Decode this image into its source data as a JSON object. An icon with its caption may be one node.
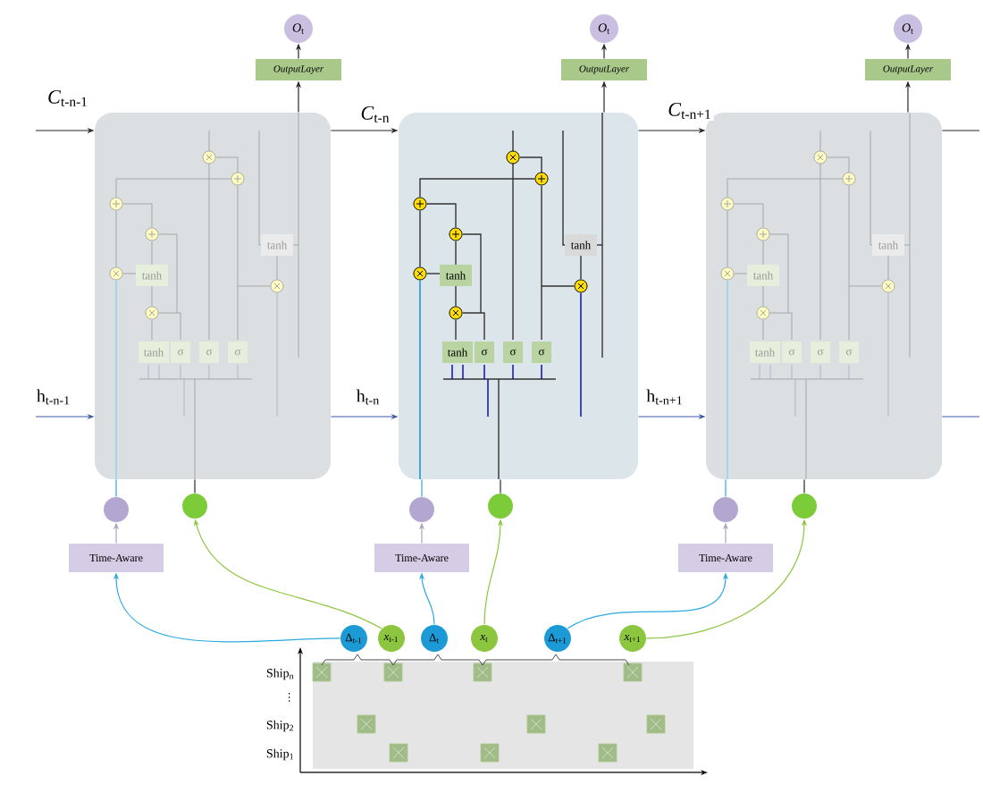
{
  "diagram": {
    "nodes": [
      {
        "text": [],
        "shape": "box"
      },
      {
        "text": [],
        "shape": "box"
      },
      {
        "text": [],
        "shape": "box"
      },
      {
        "text": [
          "*O*$_{t}$"
        ]
      },
      {
        "text": [
          "OutputLayer"
        ]
      },
      {
        "text": [
          "*O*$_{t}$"
        ]
      },
      {
        "text": [
          "OutputLayer"
        ]
      },
      {
        "text": [
          "*O*$_{t}$"
        ]
      },
      {
        "text": [
          "OutputLayer"
        ]
      },
      {
        "text": [],
        "shape": "circle"
      },
      {
        "text": [],
        "shape": "circle"
      },
      {
        "text": [],
        "shape": "circle"
      },
      {
        "text": [],
        "shape": "circle"
      },
      {
        "text": [],
        "shape": "circle"
      },
      {
        "text": [],
        "shape": "circle"
      },
      {
        "text": [
          "Time-Aware"
        ]
      },
      {
        "text": [
          "Time-Aware"
        ]
      },
      {
        "text": [
          "Time-Aware"
        ]
      },
      {
        "text": [
          "Δ$_{t-1}$"
        ]
      },
      {
        "text": [
          "*x*$_{t-1}$"
        ]
      },
      {
        "text": [
          "Δ$_{t}$"
        ]
      },
      {
        "text": [
          "*x*$_{t}$"
        ]
      },
      {
        "text": [
          "Δ$_{t+1}$"
        ]
      },
      {
        "text": [
          "*x*$_{t+1}$"
        ]
      }
    ],
    "edges": [
      {
        "from": null,
        "to": 0,
        "arrow": "to",
        "label": "*C*$_{t-n-1}$"
      },
      {
        "from": 0,
        "to": 1,
        "arrow": "to",
        "label": "*C*$_{t-n}$"
      },
      {
        "from": 1,
        "to": 2,
        "arrow": "to",
        "label": "*C*$_{t-n+1}$"
      },
      {
        "from": 2,
        "to": null,
        "arrow": "none"
      },
      {
        "from": null,
        "to": 0,
        "arrow": "to",
        "label": "h$_{t-n-1}$",
        "color": "#3b5ba5"
      },
      {
        "from": 0,
        "to": 1,
        "arrow": "to",
        "label": "h$_{t-n}$",
        "color": "#3b5ba5"
      },
      {
        "from": 1,
        "to": 2,
        "arrow": "to",
        "label": "h$_{t-n+1}$",
        "color": "#3b5ba5"
      },
      {
        "from": 2,
        "to": null,
        "arrow": "none",
        "color": "#3b5ba5"
      },
      {
        "from": 0,
        "to": 4,
        "arrow": "to"
      },
      {
        "from": 1,
        "to": 6,
        "arrow": "to"
      },
      {
        "from": 2,
        "to": 8,
        "arrow": "to"
      },
      {
        "from": 4,
        "to": 3,
        "arrow": "to"
      },
      {
        "from": 6,
        "to": 5,
        "arrow": "to"
      },
      {
        "from": 8,
        "to": 7,
        "arrow": "to"
      },
      {
        "from": 15,
        "to": 9,
        "arrow": "to",
        "color": "#a9a3c4"
      },
      {
        "from": 16,
        "to": 11,
        "arrow": "to",
        "color": "#a9a3c4"
      },
      {
        "from": 17,
        "to": 13,
        "arrow": "to",
        "color": "#a9a3c4"
      },
      {
        "from": 9,
        "to": 0,
        "arrow": "none",
        "color": "#29a9e0"
      },
      {
        "from": 11,
        "to": 1,
        "arrow": "none",
        "color": "#29a9e0"
      },
      {
        "from": 13,
        "to": 2,
        "arrow": "none",
        "color": "#29a9e0"
      },
      {
        "from": 10,
        "to": 0,
        "arrow": "none"
      },
      {
        "from": 12,
        "to": 1,
        "arrow": "none"
      },
      {
        "from": 14,
        "to": 2,
        "arrow": "none"
      },
      {
        "from": 18,
        "to": 15,
        "arrow": "to",
        "color": "#29a9e0"
      },
      {
        "from": 19,
        "to": 10,
        "arrow": "to",
        "color": "#8cc63f"
      },
      {
        "from": 20,
        "to": 16,
        "arrow": "to",
        "color": "#29a9e0"
      },
      {
        "from": 21,
        "to": 12,
        "arrow": "to",
        "color": "#8cc63f"
      },
      {
        "from": 22,
        "to": 17,
        "arrow": "to",
        "color": "#29a9e0"
      },
      {
        "from": 23,
        "to": 14,
        "arrow": "to",
        "color": "#8cc63f"
      }
    ],
    "labels": [
      "tanh",
      "tanh",
      "tanh",
      "σ",
      "σ",
      "σ",
      "tanh",
      "tanh",
      "tanh",
      "σ",
      "σ",
      "σ",
      "tanh",
      "tanh",
      "tanh",
      "σ",
      "σ",
      "σ",
      "Ship$_{n}$",
      "⋮",
      "Ship$_{2}$",
      "Ship$_{1}$"
    ]
  }
}
